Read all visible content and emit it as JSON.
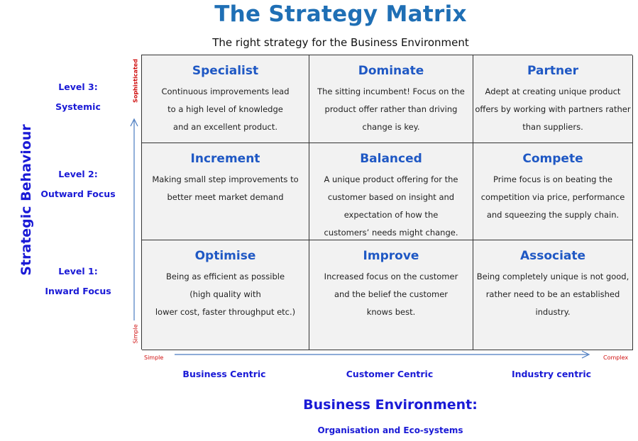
{
  "title": "The Strategy Matrix",
  "subtitle": "The right strategy for the Business Environment",
  "y_axis": {
    "title": "Strategic Behaviour",
    "top_label": "Sophisticated",
    "bottom_label": "Simple",
    "levels": [
      {
        "line1": "Level 3:",
        "line2": "Systemic"
      },
      {
        "line1": "Level 2:",
        "line2": "Outward Focus"
      },
      {
        "line1": "Level 1:",
        "line2": "Inward Focus"
      }
    ]
  },
  "x_axis": {
    "title": "Business Environment:",
    "subtitle": "Organisation and Eco-systems",
    "left_label": "Simple",
    "right_label": "Complex",
    "columns": [
      "Business Centric",
      "Customer Centric",
      "Industry centric"
    ]
  },
  "cells": [
    {
      "title": "Specialist",
      "lines": [
        "Continuous improvements lead",
        "to a high level of knowledge",
        "and an excellent product."
      ]
    },
    {
      "title": "Dominate",
      "lines": [
        "The sitting incumbent! Focus on the",
        "product offer rather than driving",
        "change is key."
      ]
    },
    {
      "title": "Partner",
      "lines": [
        "Adept at creating unique product",
        "offers by working with partners rather",
        "than suppliers."
      ]
    },
    {
      "title": "Increment",
      "lines": [
        "Making small step improvements to",
        "better meet market demand"
      ]
    },
    {
      "title": "Balanced",
      "lines": [
        "A unique product offering for the",
        "customer based on insight and",
        "expectation of how the",
        "customers’ needs might change."
      ]
    },
    {
      "title": "Compete",
      "lines": [
        "Prime focus is on beating the",
        "competition via price, performance",
        "and squeezing the supply chain."
      ]
    },
    {
      "title": "Optimise",
      "lines": [
        "Being as efficient as possible",
        "(high quality with",
        "lower cost, faster throughput etc.)"
      ]
    },
    {
      "title": "Improve",
      "lines": [
        "Increased focus on the customer",
        "and the belief the customer",
        "knows best."
      ]
    },
    {
      "title": "Associate",
      "lines": [
        "Being completely unique is not good,",
        "rather need to be an established",
        "industry."
      ]
    }
  ]
}
